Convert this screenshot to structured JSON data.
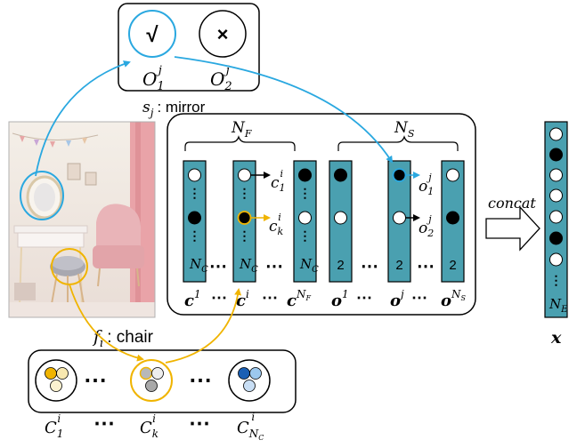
{
  "option_box": {
    "check_symbol": "√",
    "cross_symbol": "×",
    "o1_base": "O",
    "o1_sub": "1",
    "o1_sup": "j",
    "o2_base": "O",
    "o2_sub": "2",
    "o2_sup": "j"
  },
  "mirror_label": {
    "var": "s",
    "sub": "j",
    "text": ": mirror"
  },
  "chair_label": {
    "var": "f",
    "sub": "i",
    "text": ": chair"
  },
  "brace_labels": {
    "nf_base": "N",
    "nf_sub": "F",
    "ns_base": "N",
    "ns_sub": "S"
  },
  "column_badges": {
    "nc_base": "N",
    "nc_sub": "C",
    "two": "2",
    "ne_base": "N",
    "ne_sub": "E"
  },
  "column_captions": {
    "c": "c",
    "o": "o",
    "sup_1": "1",
    "sup_i": "i",
    "sup_j": "j",
    "sup_NF_base": "N",
    "sup_NF_sub": "F",
    "sup_NS_base": "N",
    "sup_NS_sub": "S"
  },
  "side_labels": {
    "c_base": "c",
    "c1_sub": "1",
    "ck_sub": "k",
    "c_sup": "i",
    "o_base": "o",
    "o1_sub": "1",
    "o2_sub": "2",
    "o_sup": "j"
  },
  "concat_label": "concat",
  "result_label": "x",
  "cluster_labels": {
    "base": "C",
    "sup": "i",
    "sub_1": "1",
    "sub_k": "k",
    "sub_NC_base": "N",
    "sub_NC_sub": "C"
  },
  "ellipsis": "⋯",
  "colors": {
    "column_fill": "#4aa0b0",
    "blue_arrow": "#2aa8e0",
    "yellow_arrow": "#f0b400",
    "black": "#000000"
  }
}
